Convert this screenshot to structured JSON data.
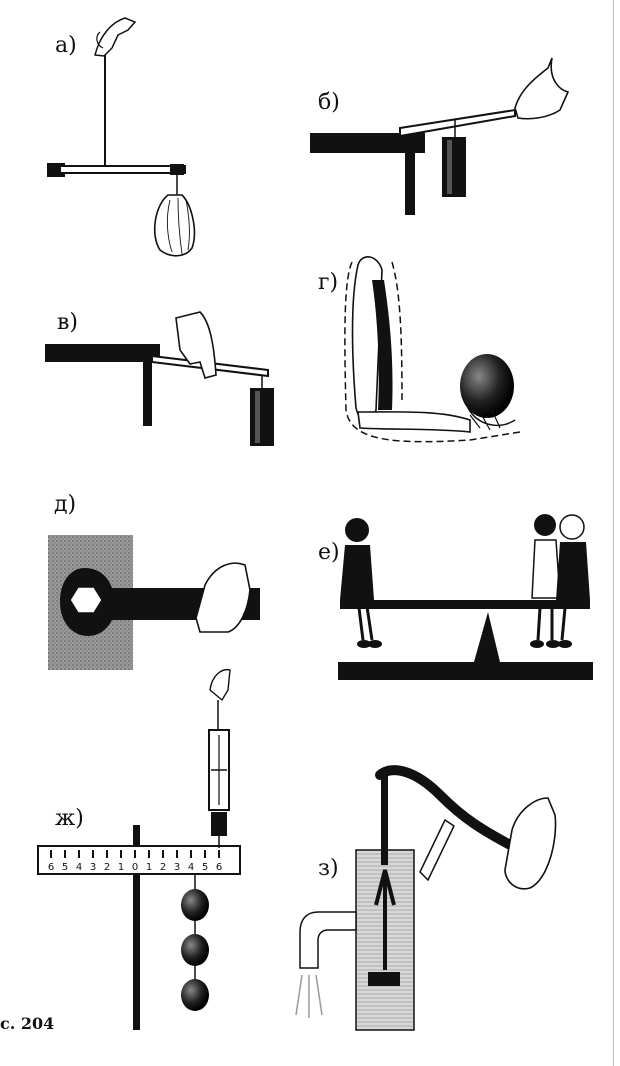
{
  "figure": {
    "caption": "с. 204",
    "panels": [
      {
        "id": "a",
        "label": "а)"
      },
      {
        "id": "b",
        "label": "б)"
      },
      {
        "id": "v",
        "label": "в)"
      },
      {
        "id": "g",
        "label": "г)"
      },
      {
        "id": "d",
        "label": "д)"
      },
      {
        "id": "e",
        "label": "е)"
      },
      {
        "id": "zh",
        "label": "ж)"
      },
      {
        "id": "z",
        "label": "з)"
      }
    ],
    "ruler_ticks": [
      "6",
      "5",
      "4",
      "3",
      "2",
      "1",
      "0",
      "1",
      "2",
      "3",
      "4",
      "5",
      "6"
    ]
  }
}
